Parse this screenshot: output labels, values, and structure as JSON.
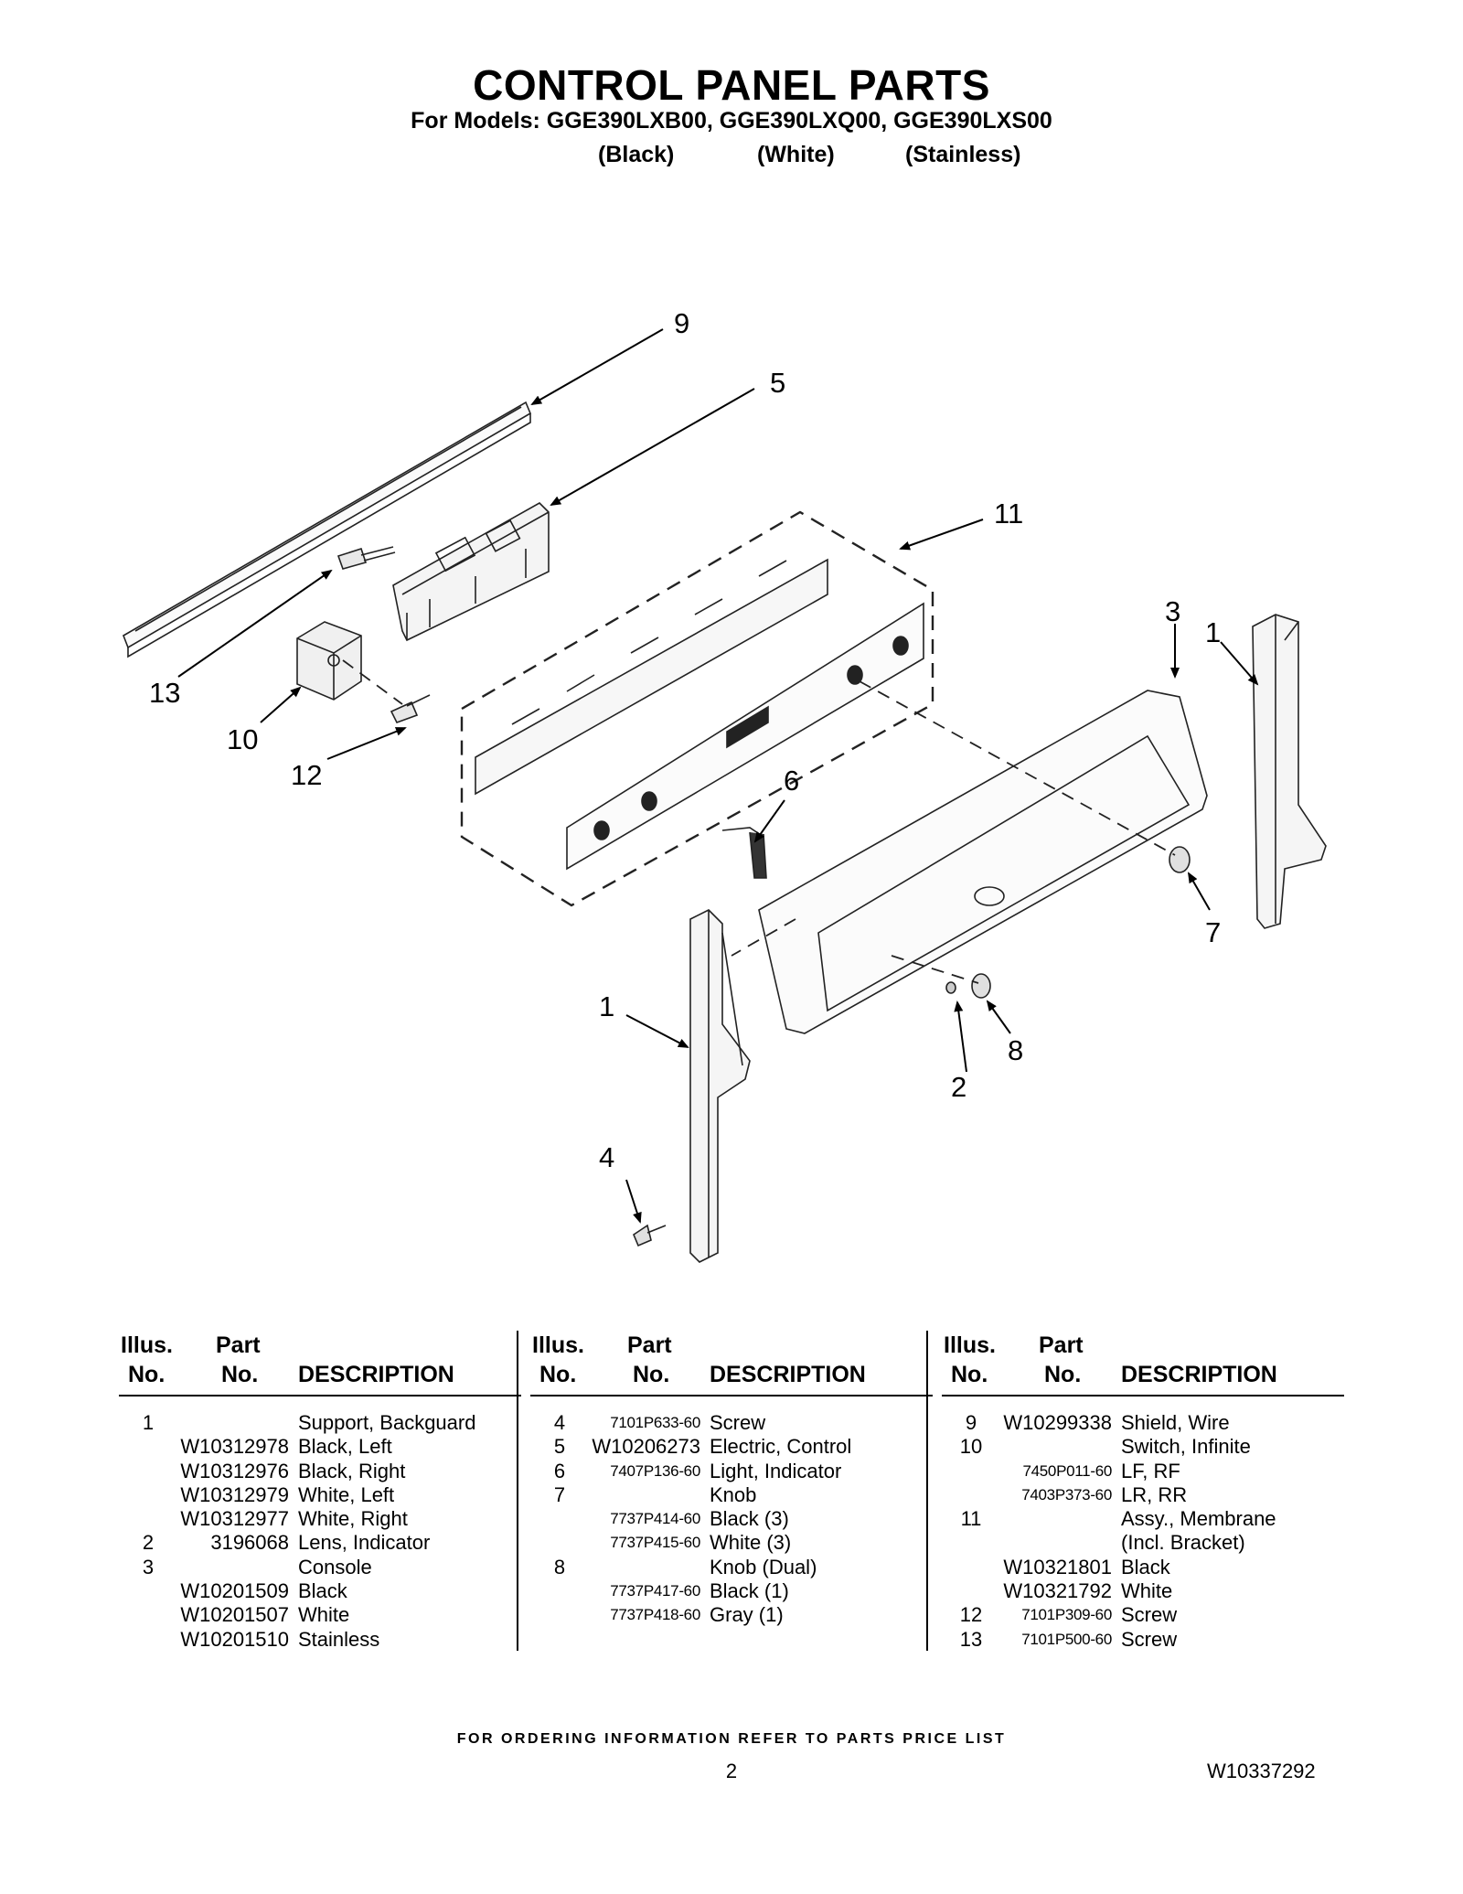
{
  "header": {
    "title": "CONTROL PANEL PARTS",
    "subtitle": "For Models: GGE390LXB00, GGE390LXQ00, GGE390LXS00",
    "colors": [
      "(Black)",
      "(White)",
      "(Stainless)"
    ]
  },
  "diagram": {
    "callouts": [
      "9",
      "5",
      "11",
      "3",
      "1",
      "13",
      "10",
      "12",
      "6",
      "7",
      "1",
      "8",
      "2",
      "4"
    ]
  },
  "table": {
    "headers": {
      "illus_top": "Illus.",
      "illus_bottom": "No.",
      "part_top": "Part",
      "part_bottom": "No.",
      "description": "DESCRIPTION"
    },
    "columns": [
      [
        {
          "illus": "1",
          "part": "",
          "desc": "Support, Backguard"
        },
        {
          "illus": "",
          "part": "W10312978",
          "desc": "Black, Left"
        },
        {
          "illus": "",
          "part": "W10312976",
          "desc": "Black, Right"
        },
        {
          "illus": "",
          "part": "W10312979",
          "desc": "White, Left"
        },
        {
          "illus": "",
          "part": "W10312977",
          "desc": "White, Right"
        },
        {
          "illus": "2",
          "part": "3196068",
          "desc": "Lens, Indicator"
        },
        {
          "illus": "3",
          "part": "",
          "desc": "Console"
        },
        {
          "illus": "",
          "part": "W10201509",
          "desc": "Black"
        },
        {
          "illus": "",
          "part": "W10201507",
          "desc": "White"
        },
        {
          "illus": "",
          "part": "W10201510",
          "desc": "Stainless"
        }
      ],
      [
        {
          "illus": "4",
          "part": "7101P633-60",
          "desc": "Screw"
        },
        {
          "illus": "5",
          "part": "W10206273",
          "desc": "Electric, Control"
        },
        {
          "illus": "6",
          "part": "7407P136-60",
          "desc": "Light, Indicator"
        },
        {
          "illus": "7",
          "part": "",
          "desc": "Knob"
        },
        {
          "illus": "",
          "part": "7737P414-60",
          "desc": "Black (3)"
        },
        {
          "illus": "",
          "part": "7737P415-60",
          "desc": "White (3)"
        },
        {
          "illus": "8",
          "part": "",
          "desc": "Knob (Dual)"
        },
        {
          "illus": "",
          "part": "7737P417-60",
          "desc": "Black (1)"
        },
        {
          "illus": "",
          "part": "7737P418-60",
          "desc": "Gray (1)"
        }
      ],
      [
        {
          "illus": "9",
          "part": "W10299338",
          "desc": "Shield, Wire"
        },
        {
          "illus": "10",
          "part": "",
          "desc": "Switch, Infinite"
        },
        {
          "illus": "",
          "part": "7450P011-60",
          "desc": "LF, RF"
        },
        {
          "illus": "",
          "part": "7403P373-60",
          "desc": "LR, RR"
        },
        {
          "illus": "11",
          "part": "",
          "desc": "Assy., Membrane"
        },
        {
          "illus": "",
          "part": "",
          "desc": "(Incl. Bracket)"
        },
        {
          "illus": "",
          "part": "W10321801",
          "desc": "Black"
        },
        {
          "illus": "",
          "part": "W10321792",
          "desc": "White"
        },
        {
          "illus": "12",
          "part": "7101P309-60",
          "desc": "Screw"
        },
        {
          "illus": "13",
          "part": "7101P500-60",
          "desc": "Screw"
        }
      ]
    ]
  },
  "footer": {
    "note": "FOR ORDERING INFORMATION REFER TO PARTS PRICE LIST",
    "page": "2",
    "doc_number": "W10337292"
  }
}
